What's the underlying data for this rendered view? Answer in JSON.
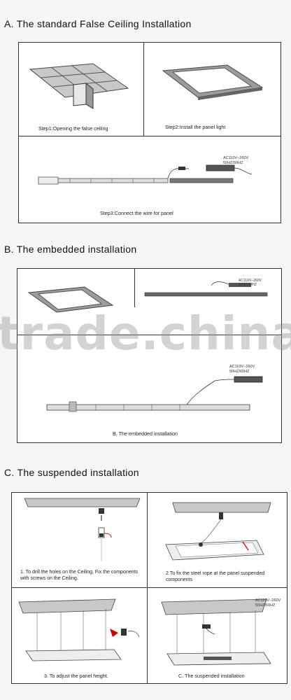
{
  "sections": {
    "a": {
      "title": "A. The standard False Ceiling Installation",
      "step1": "Step1:Opening the false ceiling",
      "step2": "Step2:Install the panel light",
      "step3": "Step3:Connect the wire for panel",
      "driver_line1": "AC110V--260V",
      "driver_line2": "50HZ/60HZ"
    },
    "b": {
      "title": "B. The embedded installation",
      "caption": "B. The embedded installation",
      "driver_small_line1": "AC110V--260V",
      "driver_small_line2": "50HZ/60HZ",
      "driver_line1": "AC110V--260V",
      "driver_line2": "50HZ/60HZ"
    },
    "c": {
      "title": "C. The suspended installation",
      "cap1": "1. To drill the holes on the Ceiling, Fix the components with screws on the Ceiling.",
      "cap2": "2.To fix the steel rope at the panel suspended components",
      "cap3": "3. To adjust the panel height.",
      "cap4": "C. The suspended installation",
      "driver_line1": "AC110V--260V",
      "driver_line2": "50HZ/60HZ"
    }
  },
  "watermark": "trade.china.cn"
}
